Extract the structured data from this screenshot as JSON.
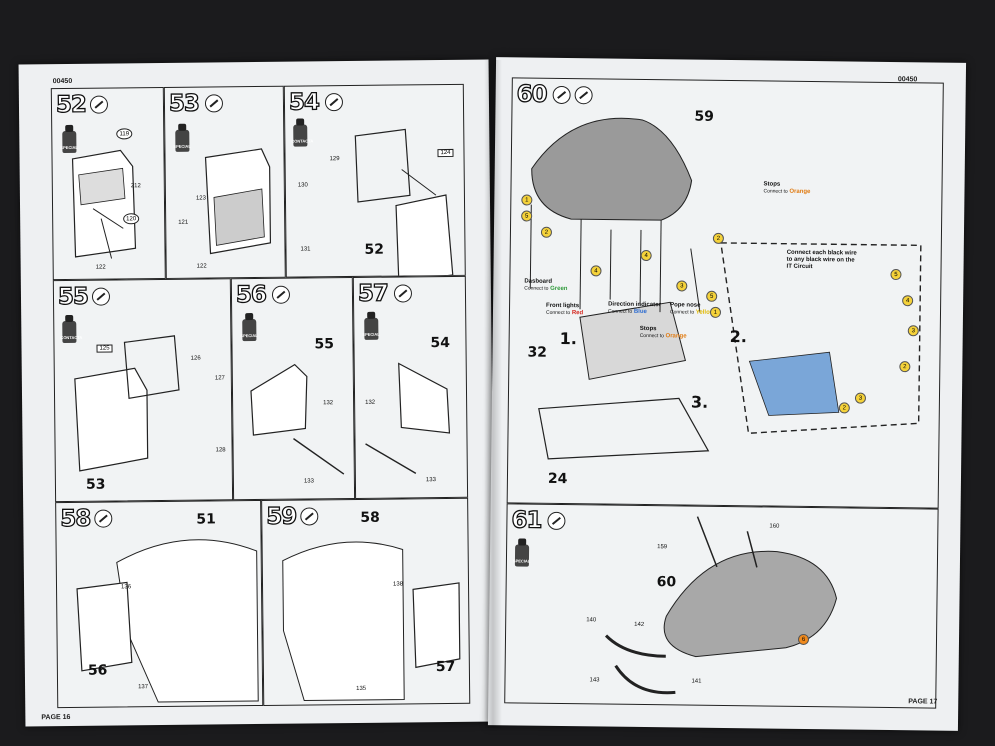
{
  "left_page": {
    "code": "00450",
    "page_label": "PAGE 16",
    "steps": [
      {
        "num": "52",
        "parts": [
          "119",
          "212",
          "120",
          "122"
        ],
        "glue": "SPECIAL"
      },
      {
        "num": "53",
        "parts": [
          "123",
          "121",
          "122"
        ],
        "glue": "SPECIAL"
      },
      {
        "num": "54",
        "parts": [
          "129",
          "130",
          "131",
          "124"
        ],
        "ref": "52",
        "glue": "CONTACTA"
      },
      {
        "num": "55",
        "parts": [
          "125",
          "126",
          "127",
          "128"
        ],
        "ref": "53",
        "glue": "CONTACTA"
      },
      {
        "num": "56",
        "parts": [
          "132",
          "133"
        ],
        "ref": "55",
        "glue": "SPECIAL"
      },
      {
        "num": "57",
        "parts": [
          "132",
          "133"
        ],
        "ref": "54",
        "glue": "SPECIAL"
      },
      {
        "num": "58",
        "parts": [
          "136",
          "137"
        ],
        "ref_top": "51",
        "ref_bottom": "56"
      },
      {
        "num": "59",
        "parts": [
          "138",
          "135"
        ],
        "ref_top": "58",
        "ref_bottom": "57"
      }
    ]
  },
  "right_page": {
    "code": "00450",
    "page_label": "PAGE 17",
    "step60": {
      "num": "60",
      "body_ref": "59",
      "interior_ref": "32",
      "chassis_ref": "24",
      "stage1": "1.",
      "stage2": "2.",
      "stage3": "3.",
      "stops_top": {
        "title": "Stops",
        "connect": "Connect to",
        "color_name": "Orange"
      },
      "dashboard": {
        "title": "Dasboard",
        "connect": "Connect to",
        "color_name": "Green"
      },
      "front_lights": {
        "title": "Front lights",
        "connect": "Connect to",
        "color_name": "Red"
      },
      "direction": {
        "title": "Direction indicator",
        "connect": "Connect to",
        "color_name": "Blue"
      },
      "pope_nose": {
        "title": "Pope nose",
        "connect": "Connect to",
        "color_name": "Yellow"
      },
      "stops_bottom": {
        "title": "Stops",
        "connect": "Connect to",
        "color_name": "Orange"
      },
      "black_wire_note": [
        "Connect each black wire",
        "to any black wire on the",
        "IT Circuit"
      ],
      "bulbs": [
        "5",
        "1",
        "4",
        "2",
        "3",
        "4",
        "2",
        "5",
        "5",
        "1",
        "4",
        "3",
        "2",
        "2",
        "3"
      ]
    },
    "step61": {
      "num": "61",
      "body_ref": "60",
      "parts": [
        "159",
        "160",
        "140",
        "142",
        "143",
        "141"
      ],
      "bulb": "6",
      "glue": "SPECIAL"
    },
    "colors": {
      "green": "#2f9a3a",
      "red": "#d42a22",
      "blue": "#2a6ad0",
      "yellow": "#e0b800",
      "orange": "#e07a10"
    }
  }
}
